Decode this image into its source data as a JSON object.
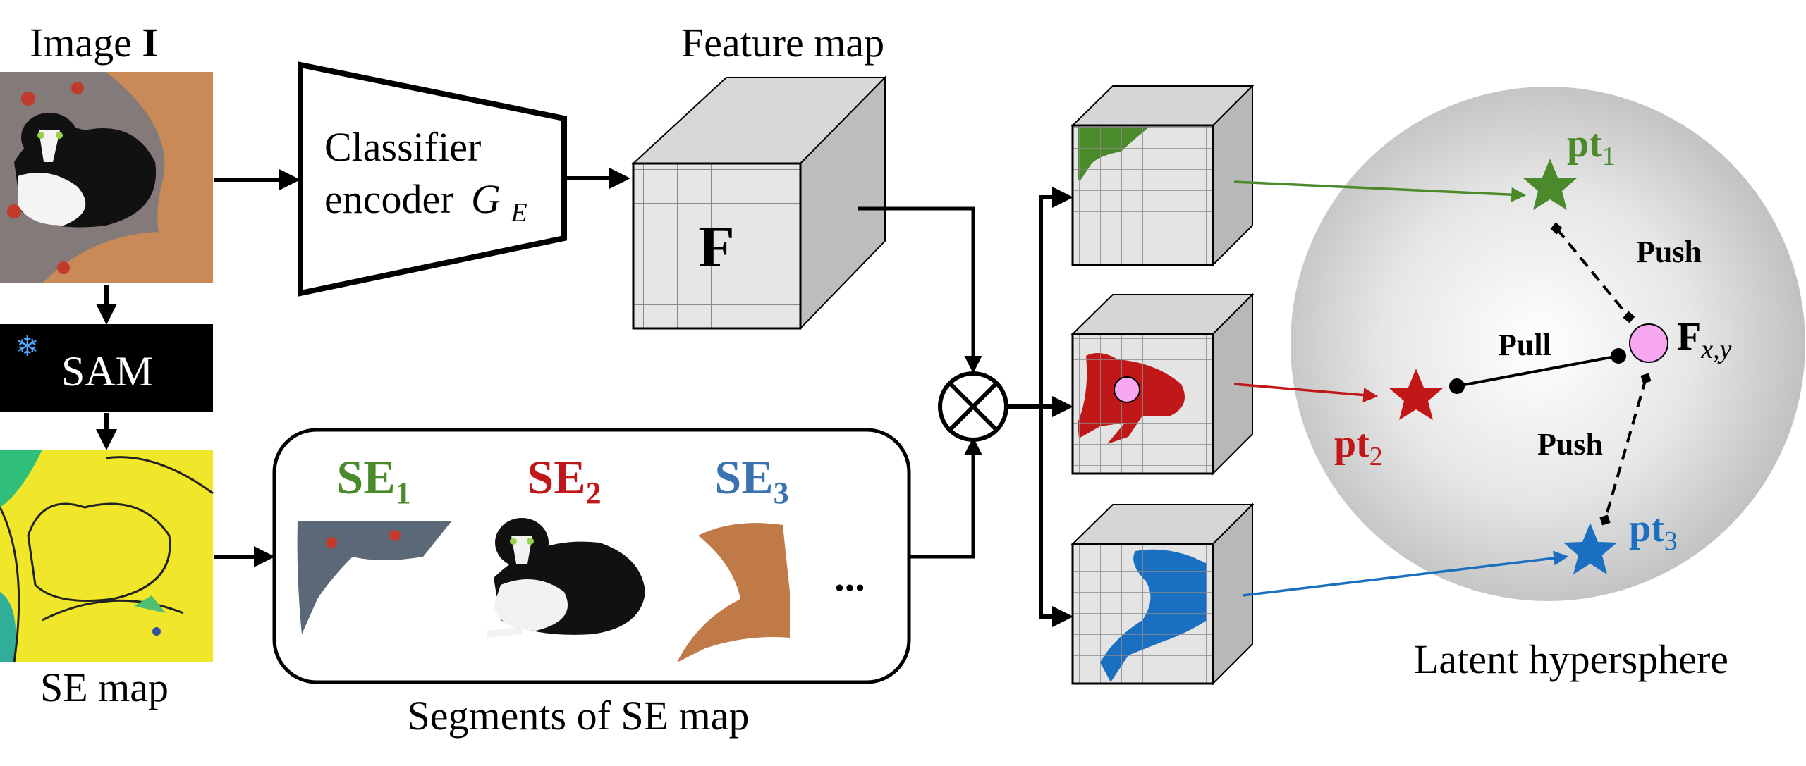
{
  "labels": {
    "image": "Image",
    "image_symbol": "I",
    "sam": "SAM",
    "se_map": "SE map",
    "classifier_line1": "Classifier",
    "classifier_line2": "encoder",
    "encoder_symbol": "G",
    "encoder_subscript": "E",
    "feature_map": "Feature map",
    "feature_symbol": "F",
    "segments_caption": "Segments of SE map",
    "ellipsis": "...",
    "latent_hypersphere": "Latent hypersphere",
    "push_top": "Push",
    "push_bottom": "Push",
    "pull": "Pull",
    "anchor_symbol": "F",
    "anchor_subscript": "x,y"
  },
  "segments": [
    {
      "prefix": "SE",
      "subscript": "1",
      "color": "#4a8a2a"
    },
    {
      "prefix": "SE",
      "subscript": "2",
      "color": "#c01818"
    },
    {
      "prefix": "SE",
      "subscript": "3",
      "color": "#3a73b0"
    }
  ],
  "prototypes": [
    {
      "prefix": "pt",
      "subscript": "1",
      "color": "#4a8a2a"
    },
    {
      "prefix": "pt",
      "subscript": "2",
      "color": "#c01818"
    },
    {
      "prefix": "pt",
      "subscript": "3",
      "color": "#1a6fc0"
    }
  ],
  "colors": {
    "anchor": "#f7a8f0",
    "green": "#4a8a2a",
    "red": "#c01818",
    "blue": "#1a6fc0",
    "cube_front": "#e4e4e4",
    "cube_top": "#d6d6d6",
    "cube_side": "#b8b8b8"
  },
  "icons": {
    "frozen": "snowflake-icon",
    "multiply": "circled-times-icon"
  }
}
